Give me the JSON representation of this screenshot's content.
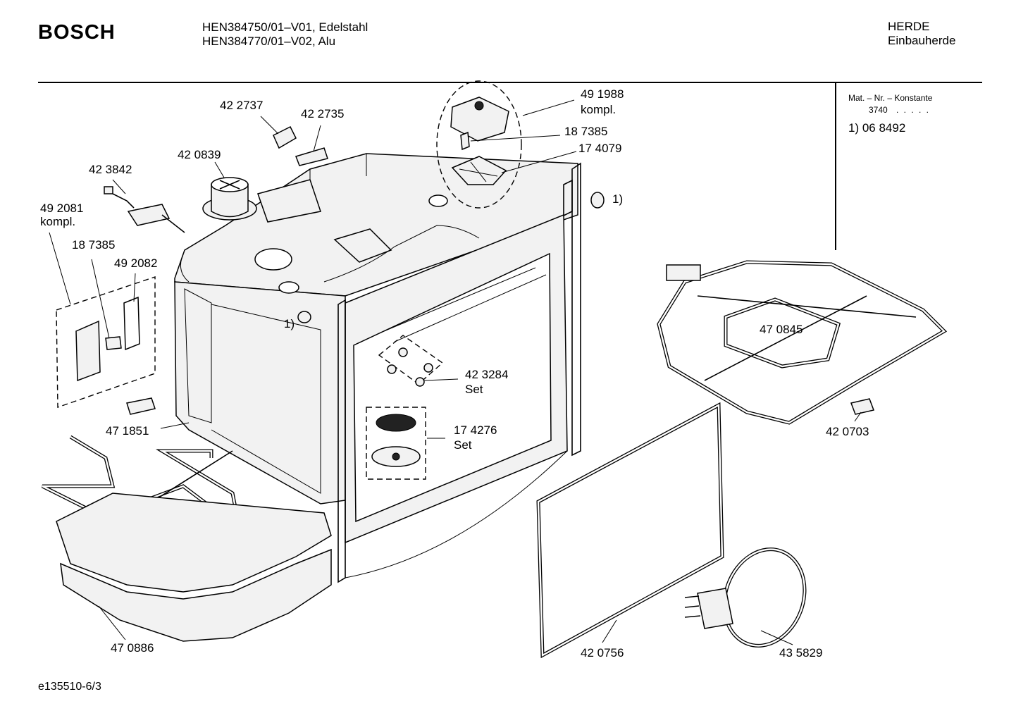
{
  "header": {
    "brand": "BOSCH",
    "models": [
      "HEN384750/01–V01, Edelstahl",
      "HEN384770/01–V02, Alu"
    ],
    "category": "HERDE",
    "subcategory": "Einbauherde"
  },
  "legend": {
    "title": "Mat. – Nr. – Konstante",
    "constant": "3740",
    "dots": ". . . . .",
    "note": "1) 06 8492"
  },
  "labels": {
    "p422737": "42 2737",
    "p422735": "42 2735",
    "p420839": "42 0839",
    "p423842": "42 3842",
    "p492081": "49 2081",
    "kompl_a": "kompl.",
    "p187385a": "18 7385",
    "p492082": "49 2082",
    "p491988": "49 1988",
    "kompl_b": "kompl.",
    "p187385b": "18 7385",
    "p174079": "17 4079",
    "note1a": "1)",
    "note1b": "1)",
    "p470845": "47 0845",
    "p423284": "42 3284",
    "set_a": "Set",
    "p174276": "17 4276",
    "set_b": "Set",
    "p420703": "42 0703",
    "p471851": "47 1851",
    "p470886": "47 0886",
    "p420756": "42 0756",
    "p435829": "43 5829"
  },
  "footer": {
    "drawing_id": "e135510-6/3"
  }
}
